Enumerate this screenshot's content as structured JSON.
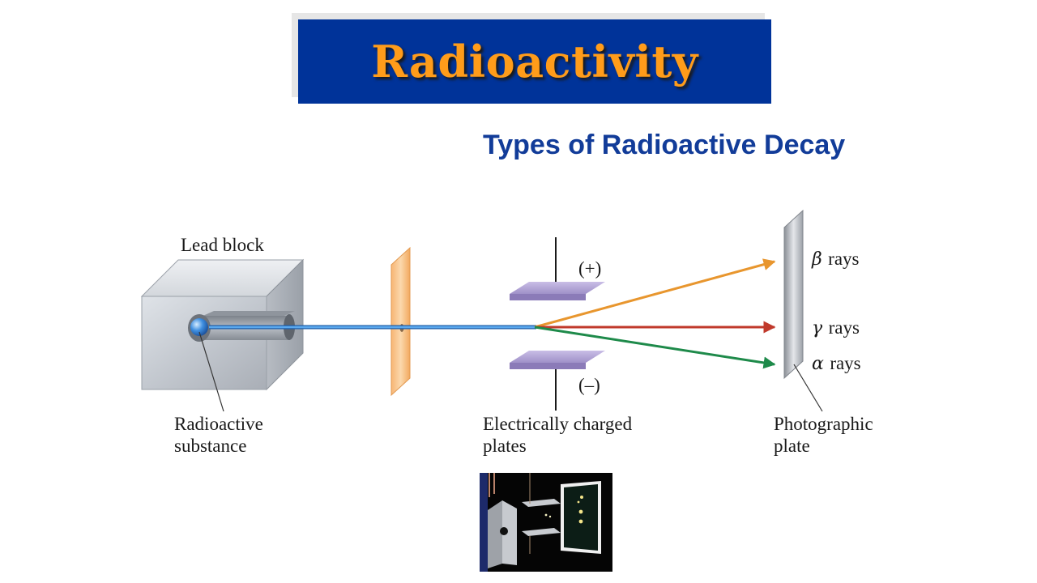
{
  "header": {
    "title": "Radioactivity",
    "subtitle": "Types of Radioactive Decay"
  },
  "diagram": {
    "lead_block_label": "Lead block",
    "radioactive_substance_label": [
      "Radioactive",
      "substance"
    ],
    "plates_label": [
      "Electrically charged",
      "plates"
    ],
    "positive_label": "(+)",
    "negative_label": "(–)",
    "photographic_plate_label": [
      "Photographic",
      "plate"
    ],
    "rays": [
      {
        "symbol": "β",
        "text": "rays",
        "color": "#e8962e"
      },
      {
        "symbol": "γ",
        "text": "rays",
        "color": "#c0392b"
      },
      {
        "symbol": "α",
        "text": "rays",
        "color": "#1e8a4a"
      }
    ],
    "beam_color": "#2b7fd0",
    "banner_color": "#003399",
    "title_color": "#ff9c1a",
    "subtitle_color": "#123c99"
  }
}
